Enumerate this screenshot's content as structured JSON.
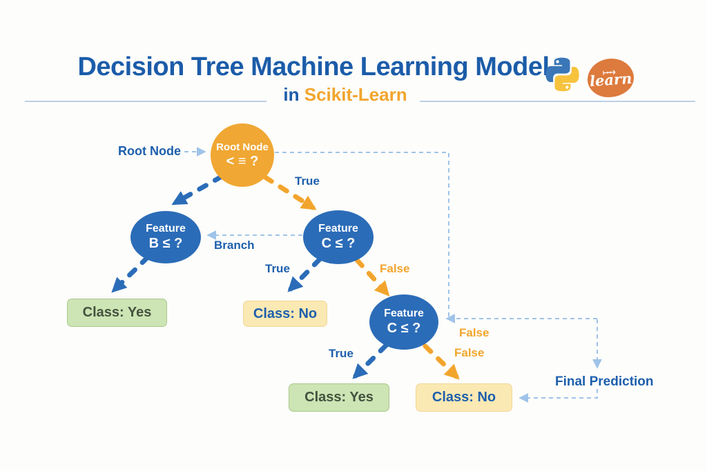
{
  "header": {
    "title": "Decision Tree Machine Learning Model",
    "subtitle_prefix": "in",
    "subtitle": "Scikit-Learn",
    "sklearn_logo_text": "learn"
  },
  "diagram": {
    "annotations": {
      "root_label": "Root Node",
      "branch_label": "Branch",
      "final_prediction_label": "Final Prediction"
    },
    "nodes": {
      "root": {
        "line1": "Root Node",
        "line2": "< ≡ ?"
      },
      "feature_b": {
        "line1": "Feature",
        "line2": "B ≤ ?"
      },
      "feature_c1": {
        "line1": "Feature",
        "line2": "C ≤ ?"
      },
      "feature_c2": {
        "line1": "Feature",
        "line2": "C ≤ ?"
      },
      "class_yes_1": "Class: Yes",
      "class_no_1": "Class: No",
      "class_yes_2": "Class: Yes",
      "class_no_2": "Class: No"
    },
    "edge_labels": {
      "true_root": "True",
      "true_mid": "True",
      "false_mid": "False",
      "true_bottom": "True",
      "false_bottom_1": "False",
      "false_bottom_2": "False"
    }
  },
  "colors": {
    "background": "#fdfdfb",
    "title_blue": "#1b5ca9",
    "label_blue": "#1d5fad",
    "accent_orange": "#f2a52d",
    "node_blue": "#2b6cb8",
    "root_orange": "#f0a733",
    "edge_lightblue": "#9fc3e9",
    "green_box_bg": "#cde4b4",
    "green_box_border": "#a8c98c",
    "green_box_text": "#44523f",
    "yellow_box_bg": "#fbe9b4",
    "yellow_box_border": "#f0d795",
    "python_blue": "#3b77b8",
    "python_yellow": "#f7c33d",
    "sklearn_orange": "#dd7a3d",
    "divider": "#bcd0e6"
  }
}
